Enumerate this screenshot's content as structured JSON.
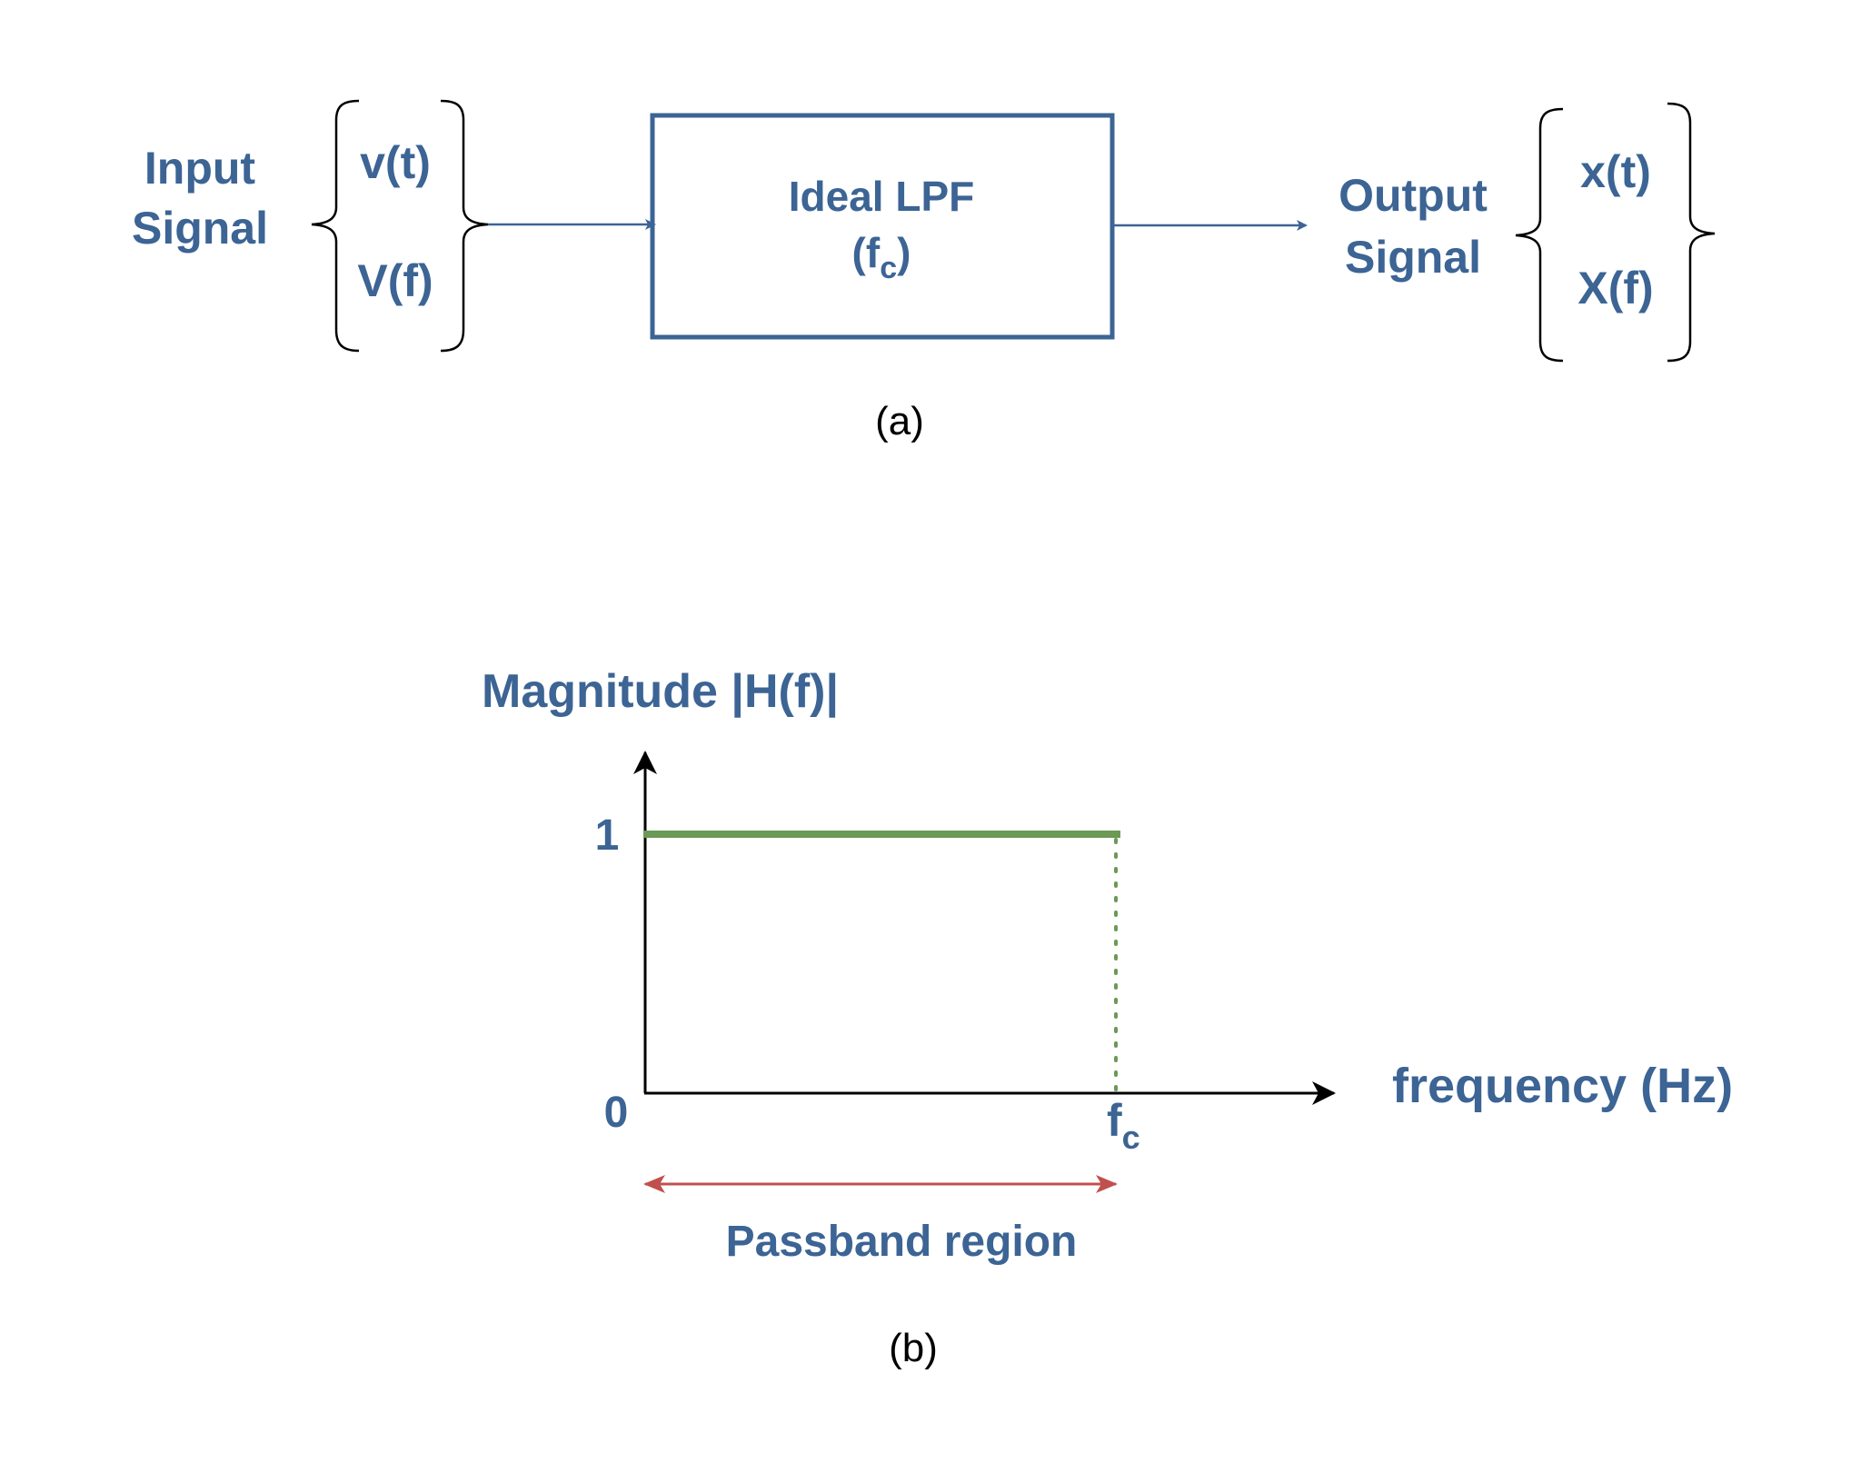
{
  "part_a": {
    "input_label": [
      "Input",
      "Signal"
    ],
    "input_time": "v(t)",
    "input_freq": "V(f)",
    "filter_title": "Ideal LPF",
    "filter_param_open": "(f",
    "filter_param_sub": "c",
    "filter_param_close": ")",
    "output_label": [
      "Output",
      "Signal"
    ],
    "output_time": "x(t)",
    "output_freq": "X(f)",
    "caption": "(a)"
  },
  "part_b": {
    "y_axis_label": "Magnitude |H(f)|",
    "x_axis_label": "frequency (Hz)",
    "y_tick_one": "1",
    "y_tick_zero": "0",
    "x_tick_main": "f",
    "x_tick_sub": "c",
    "passband_label": "Passband region",
    "caption": "(b)"
  },
  "colors": {
    "primary": "#3c6494",
    "response": "#6a9a55",
    "passband": "#c0504d",
    "axis": "#000000"
  }
}
